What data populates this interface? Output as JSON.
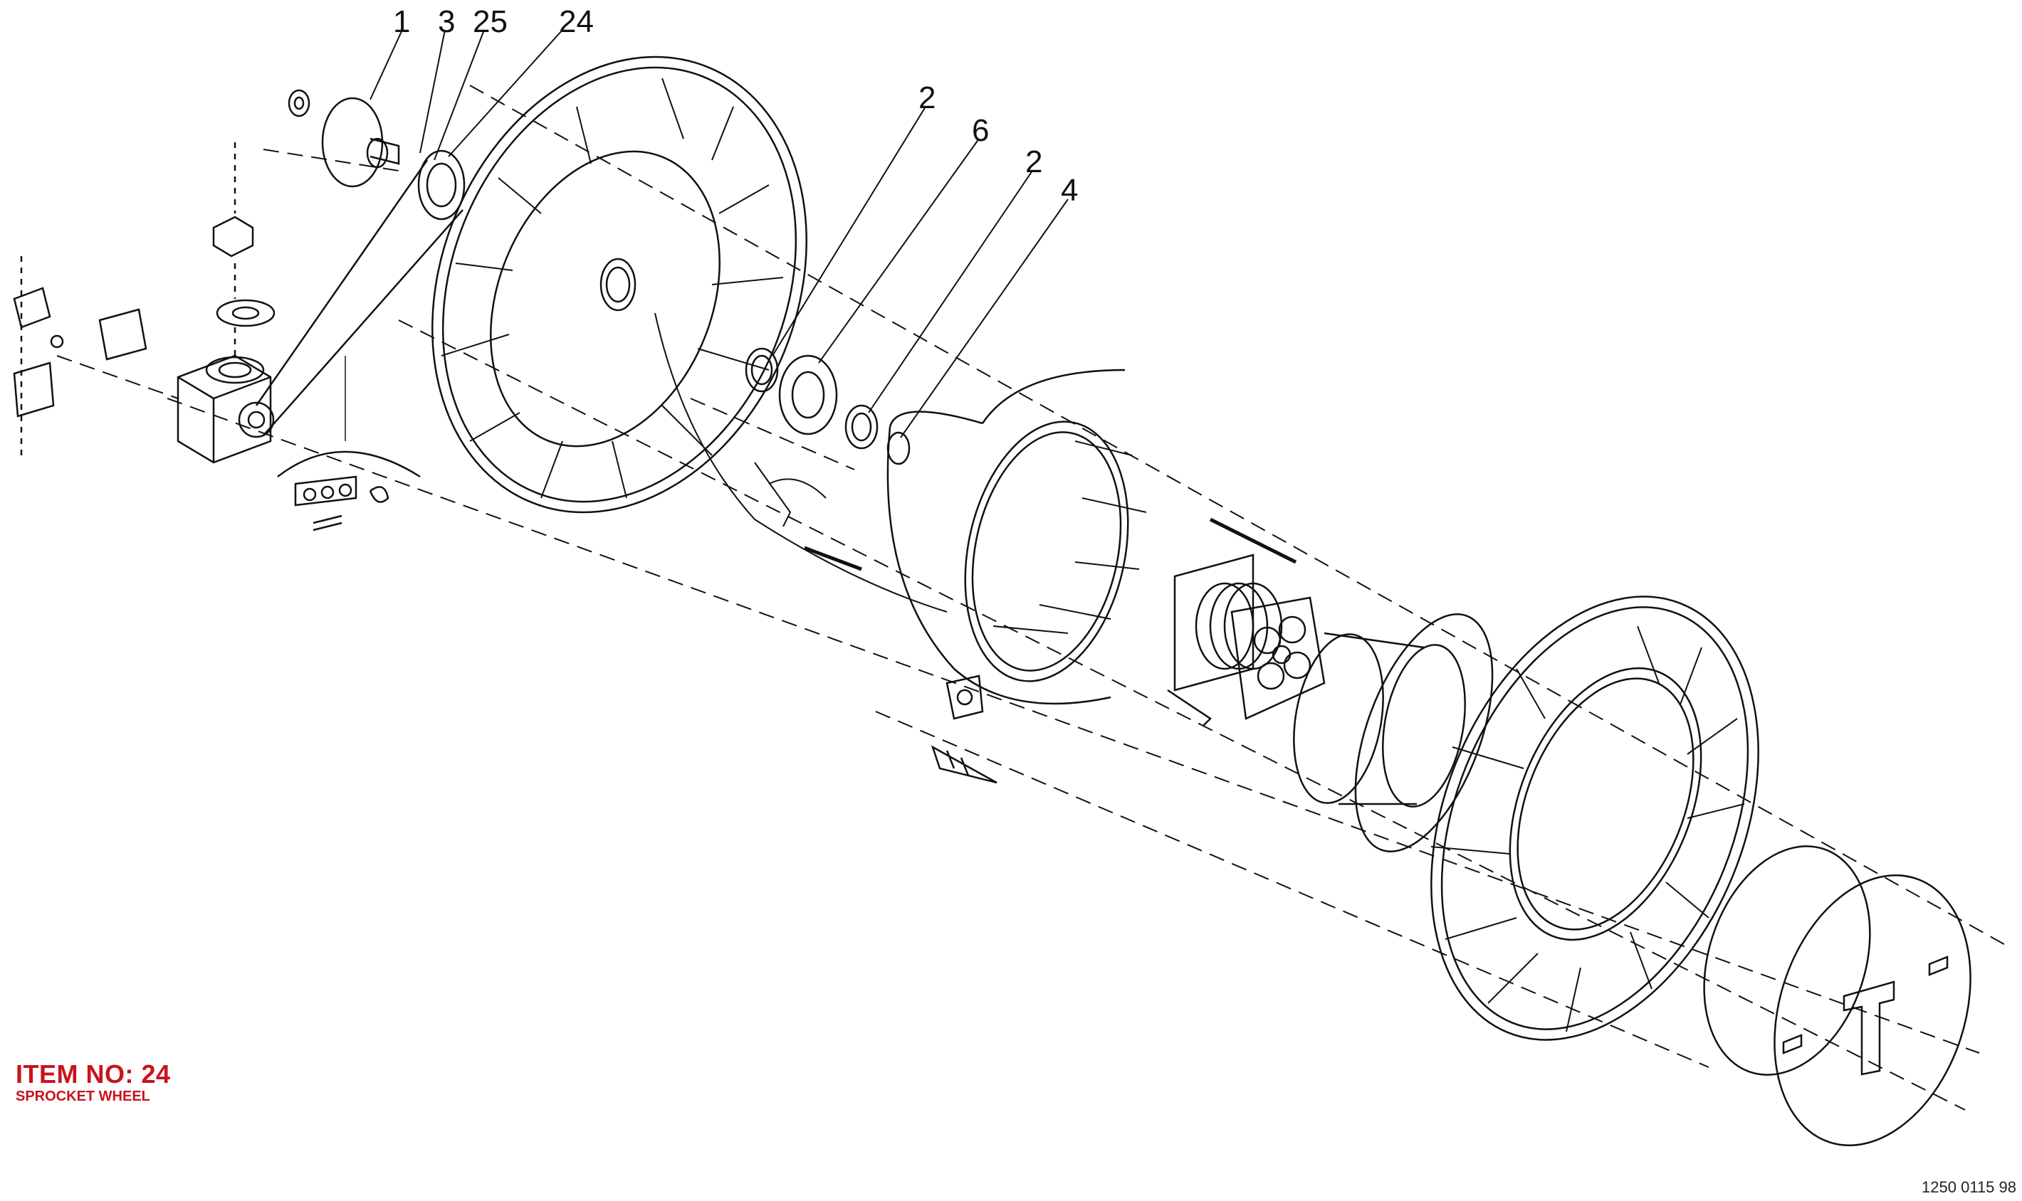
{
  "callouts": [
    {
      "id": "c1",
      "text": "1"
    },
    {
      "id": "c3",
      "text": "3"
    },
    {
      "id": "c25",
      "text": "25"
    },
    {
      "id": "c24",
      "text": "24"
    },
    {
      "id": "c2a",
      "text": "2"
    },
    {
      "id": "c6",
      "text": "6"
    },
    {
      "id": "c2b",
      "text": "2"
    },
    {
      "id": "c4",
      "text": "4"
    }
  ],
  "item": {
    "label": "ITEM NO: 24",
    "description": "SPROCKET WHEEL",
    "color": "#c8141c"
  },
  "document_number": "1250 0115 98"
}
